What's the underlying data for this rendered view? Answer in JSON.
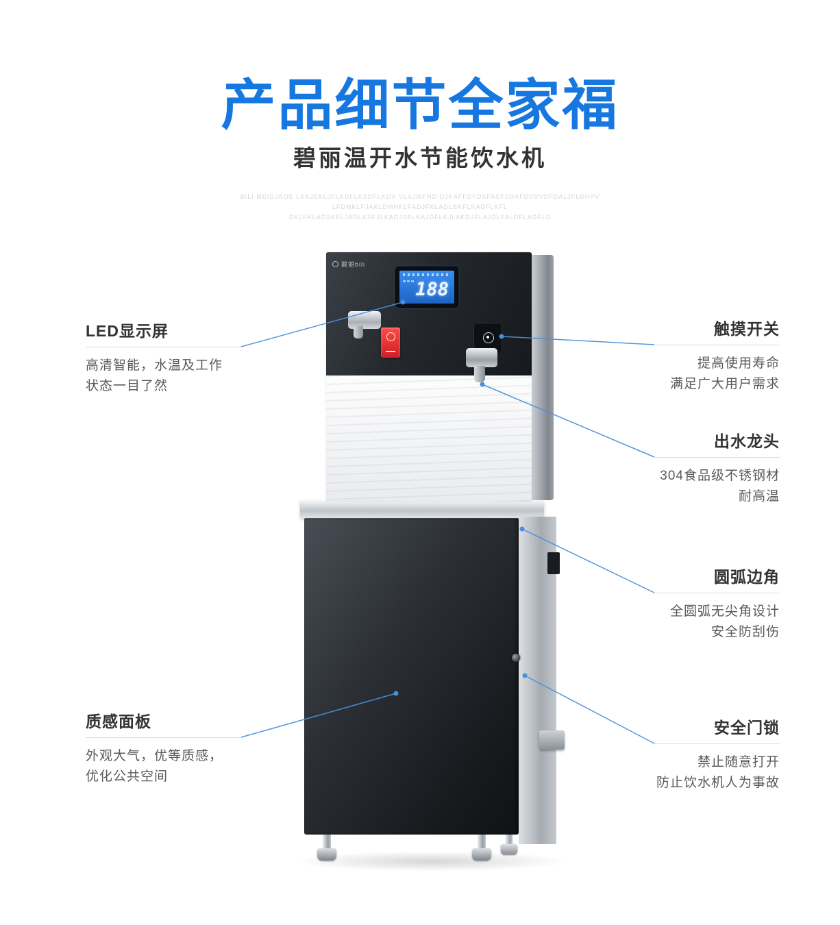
{
  "header": {
    "title": "产品细节全家福",
    "subtitle": "碧丽温开水节能饮水机",
    "watermark_lines": [
      "BILI MEIGJAOE LKAJEKLJFLKDFLKSDFLKDV VLAJWFND DJKAFFDFDSFASFSDAFDVDVDFDALJFLDHPV",
      "LFDMKLFJAKLDMNKLFADJFKLADLSKFLKADFLKFL",
      "DKLFKLADSKFLJADLKSFJLKADJSFLKAJDFLKJLAKDJFLAJDLFALDFLADFLD"
    ]
  },
  "callouts": {
    "led_display": {
      "title": "LED显示屏",
      "desc_line1": "高清智能，水温及工作",
      "desc_line2": "状态一目了然"
    },
    "touch_switch": {
      "title": "触摸开关",
      "desc_line1": "提高使用寿命",
      "desc_line2": "满足广大用户需求"
    },
    "water_faucet": {
      "title": "出水龙头",
      "desc_line1": "304食品级不锈钢材",
      "desc_line2": "耐高温"
    },
    "rounded_corner": {
      "title": "圆弧边角",
      "desc_line1": "全圆弧无尖角设计",
      "desc_line2": "安全防刮伤"
    },
    "texture_panel": {
      "title": "质感面板",
      "desc_line1": "外观大气，优等质感，",
      "desc_line2": "优化公共空间"
    },
    "safety_lock": {
      "title": "安全门锁",
      "desc_line1": "禁止随意打开",
      "desc_line2": "防止饮水机人为事故"
    }
  },
  "device": {
    "brand": "碧丽bili",
    "display_value": "188"
  },
  "colors": {
    "title_blue": "#1677e0",
    "line_blue": "#4a90d9"
  }
}
